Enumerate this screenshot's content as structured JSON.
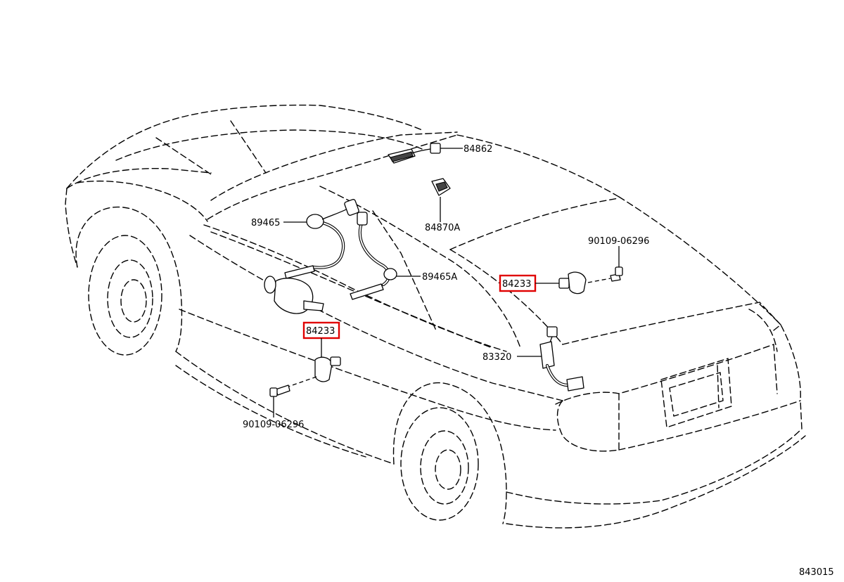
{
  "diagram": {
    "figure_number": "843015",
    "parts": [
      {
        "id": "p84862",
        "number": "84862",
        "highlighted": false
      },
      {
        "id": "p84870A",
        "number": "84870A",
        "highlighted": false
      },
      {
        "id": "p89465",
        "number": "89465",
        "highlighted": false
      },
      {
        "id": "p89465A",
        "number": "89465A",
        "highlighted": false
      },
      {
        "id": "p90109_right",
        "number": "90109-06296",
        "highlighted": false
      },
      {
        "id": "p84233_right",
        "number": "84233",
        "highlighted": true
      },
      {
        "id": "p84233_left",
        "number": "84233",
        "highlighted": true
      },
      {
        "id": "p83320",
        "number": "83320",
        "highlighted": false
      },
      {
        "id": "p90109_left",
        "number": "90109-06296",
        "highlighted": false
      }
    ],
    "highlight_color": "#e00000"
  }
}
